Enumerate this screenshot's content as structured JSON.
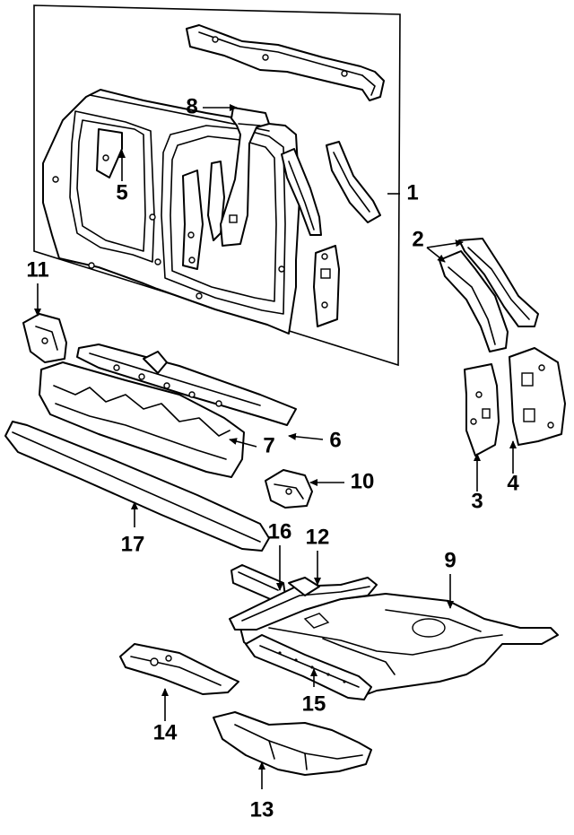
{
  "callouts": {
    "c1": "1",
    "c2": "2",
    "c3": "3",
    "c4": "4",
    "c5": "5",
    "c6": "6",
    "c7": "7",
    "c8": "8",
    "c9": "9",
    "c10": "10",
    "c11": "11",
    "c12": "12",
    "c13": "13",
    "c14": "14",
    "c15": "15",
    "c16": "16",
    "c17": "17"
  },
  "colors": {
    "ink": "#000000",
    "paper": "#ffffff"
  }
}
